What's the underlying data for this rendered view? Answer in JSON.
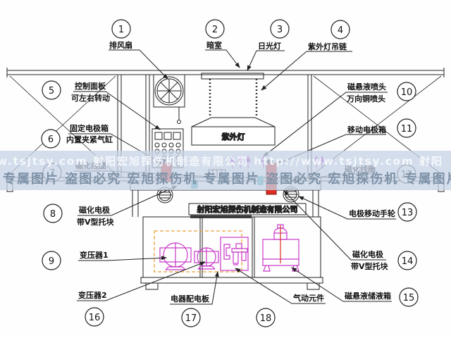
{
  "watermark": {
    "line1": "w.tsjtsy.com 射阳宏旭探伤机制造有限公司  http://www.tsjtsy.com 射阳",
    "line2": "专属图片 盗图必究  宏旭探伤机 专属图片 盗图必究  宏旭探伤机 专属图片",
    "band_color": "#c6d4e6"
  },
  "diagram": {
    "nameplate": "射阳宏旭探伤机制造有限公司",
    "uv_lamp_label": "紫外灯",
    "colors": {
      "line": "#222222",
      "electrode_red": "#dd2b20",
      "component_magenta": "#c837c8",
      "nozzle_cyan": "#3fb3c8",
      "frame_orange_dashed": "#e8a23c"
    },
    "callouts": [
      {
        "num": "1",
        "label": "排风扇"
      },
      {
        "num": "2",
        "label": "暗室"
      },
      {
        "num": "3",
        "label": "日光灯"
      },
      {
        "num": "4",
        "label": "紫外灯吊链"
      },
      {
        "num": "5",
        "label": "控制面板",
        "label2": "可左右转动"
      },
      {
        "num": "6",
        "label": "固定电极箱",
        "label2": "内置夹紧气缸"
      },
      {
        "num": "7",
        "label": "磁化线圈"
      },
      {
        "num": "8",
        "label": "磁化电极",
        "label2": "带V型托块"
      },
      {
        "num": "9",
        "label": "变压器1"
      },
      {
        "num": "10",
        "label": "磁悬液喷头",
        "label2": "万向铜喷头"
      },
      {
        "num": "11",
        "label": "移动电极箱"
      },
      {
        "num": "12",
        "label": "磁化线圈"
      },
      {
        "num": "13",
        "label": "电极移动手轮"
      },
      {
        "num": "14",
        "label": "磁化电极",
        "label2": "带V型托块"
      },
      {
        "num": "15",
        "label": "磁悬液储液箱"
      },
      {
        "num": "16",
        "label": "变压器2"
      },
      {
        "num": "17",
        "label": "电器配电板"
      },
      {
        "num": "18",
        "label": "气动元件"
      }
    ]
  }
}
